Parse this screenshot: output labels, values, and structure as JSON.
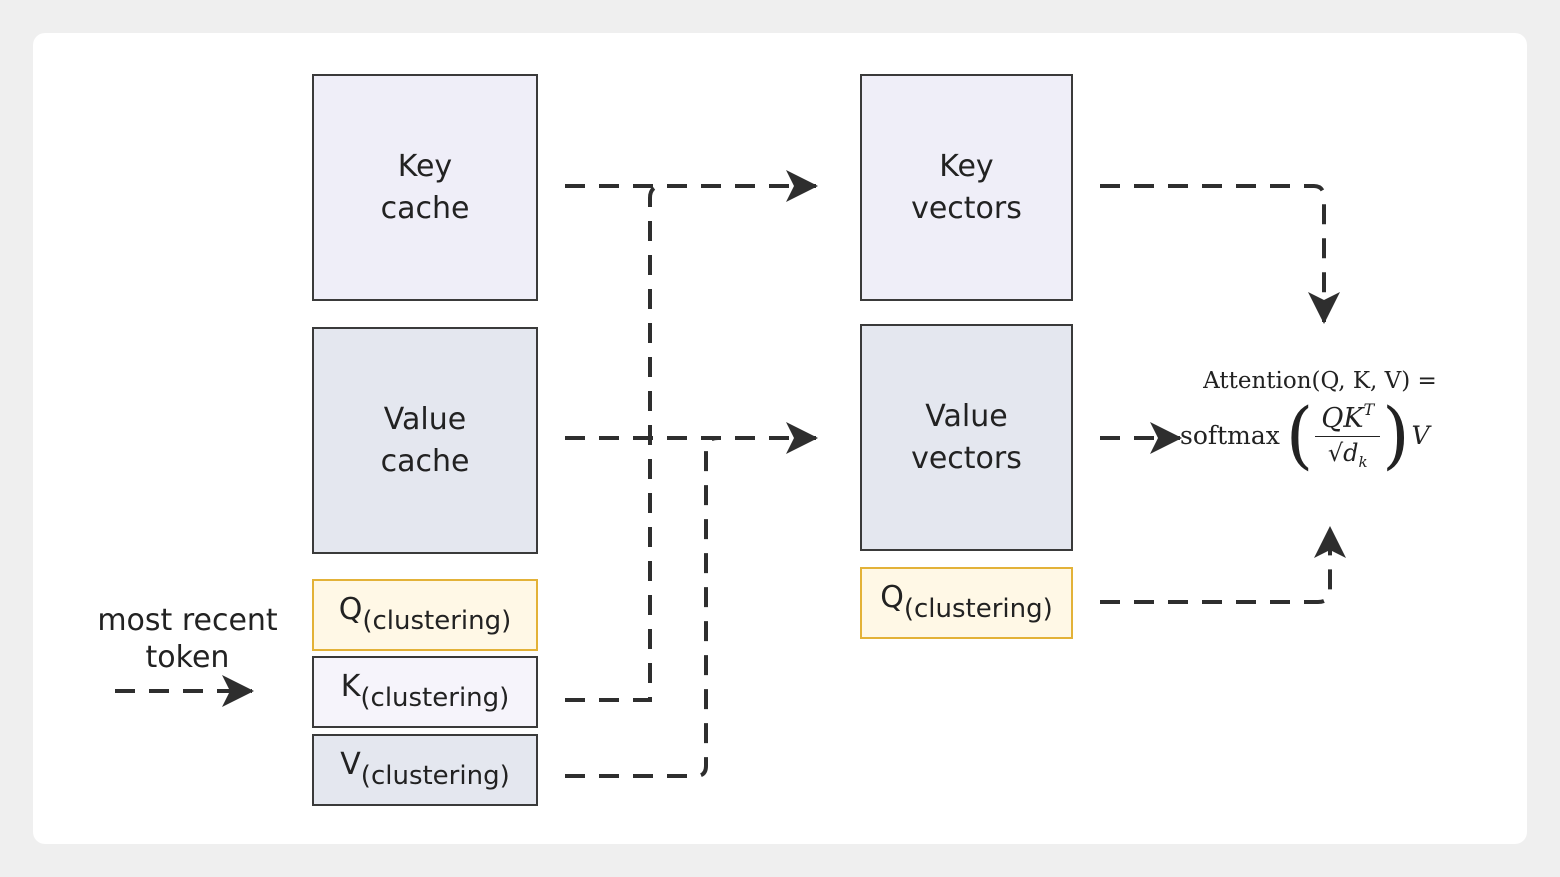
{
  "blocks": {
    "key_cache": [
      "Key",
      "cache"
    ],
    "value_cache": [
      "Value",
      "cache"
    ],
    "key_vectors": [
      "Key",
      "vectors"
    ],
    "value_vectors": [
      "Value",
      "vectors"
    ]
  },
  "clustering": {
    "q_left": {
      "letter": "Q",
      "sub": "(clustering)"
    },
    "k_left": {
      "letter": "K",
      "sub": "(clustering)"
    },
    "v_left": {
      "letter": "V",
      "sub": "(clustering)"
    },
    "q_right": {
      "letter": "Q",
      "sub": "(clustering)"
    }
  },
  "input_label": [
    "most recent",
    "token"
  ],
  "formula": {
    "line1": "Attention(Q, K, V) =",
    "softmax": "softmax",
    "numerator": "QK",
    "numerator_sup": "T",
    "denominator": "√d",
    "denominator_sub": "k",
    "trailing": "V"
  },
  "colors": {
    "key_fill": "#efeef8",
    "value_fill": "#e4e7ef",
    "query_border": "#e3b238",
    "query_fill": "#fff8e6",
    "line": "#2e2e2e"
  }
}
